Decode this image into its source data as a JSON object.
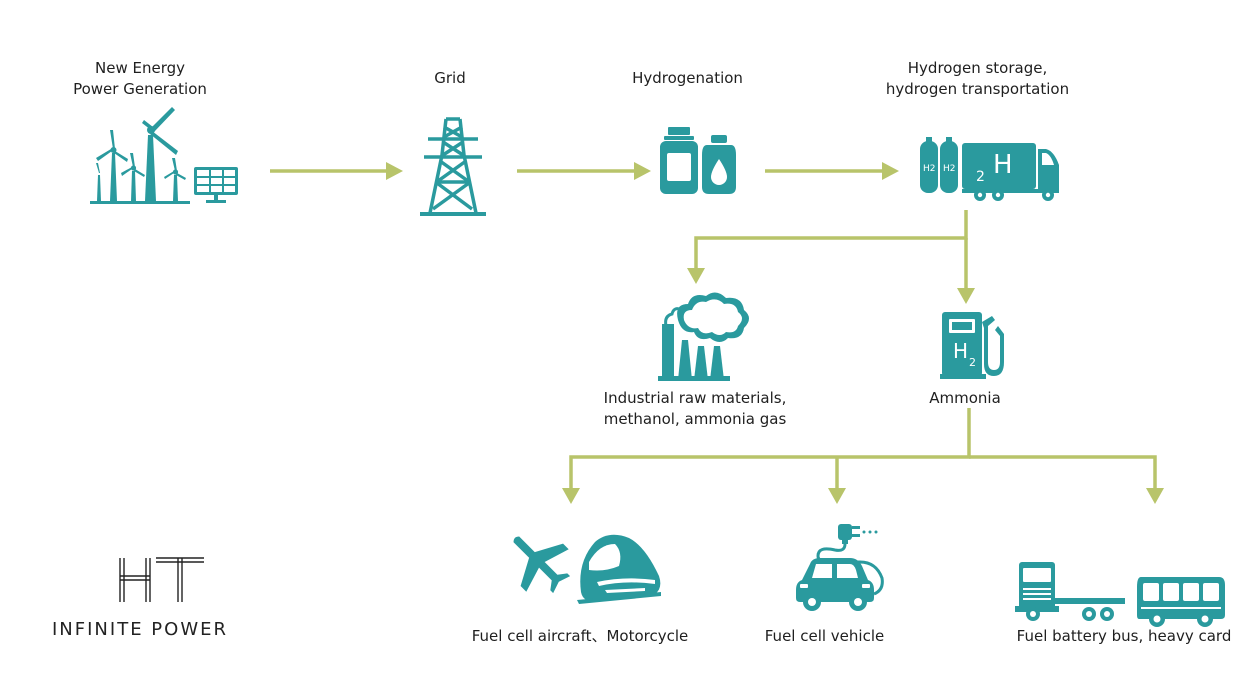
{
  "nodes": {
    "new_energy": {
      "line1": "New Energy",
      "line2": "Power Generation"
    },
    "grid": {
      "label": "Grid"
    },
    "hydrogenation": {
      "label": "Hydrogenation"
    },
    "storage": {
      "line1": "Hydrogen storage,",
      "line2": "hydrogen transportation"
    },
    "industrial": {
      "line1": "Industrial raw materials,",
      "line2": "methanol, ammonia gas"
    },
    "ammonia": {
      "label": "Ammonia"
    },
    "aircraft": {
      "label": "Fuel cell aircraft、Motorcycle"
    },
    "vehicle": {
      "label": "Fuel cell vehicle"
    },
    "bus": {
      "label": "Fuel battery bus, heavy card"
    }
  },
  "icons": {
    "truck_h2_small": "H2",
    "truck_h_large": "H",
    "truck_2": "2",
    "pump_h": "H",
    "pump_2": "2"
  },
  "brand": {
    "mark": "HT",
    "name": "INFINITE POWER"
  },
  "colors": {
    "teal": "#2a9a9e",
    "arrow": "#b8c46a",
    "text": "#1f1f1f"
  }
}
